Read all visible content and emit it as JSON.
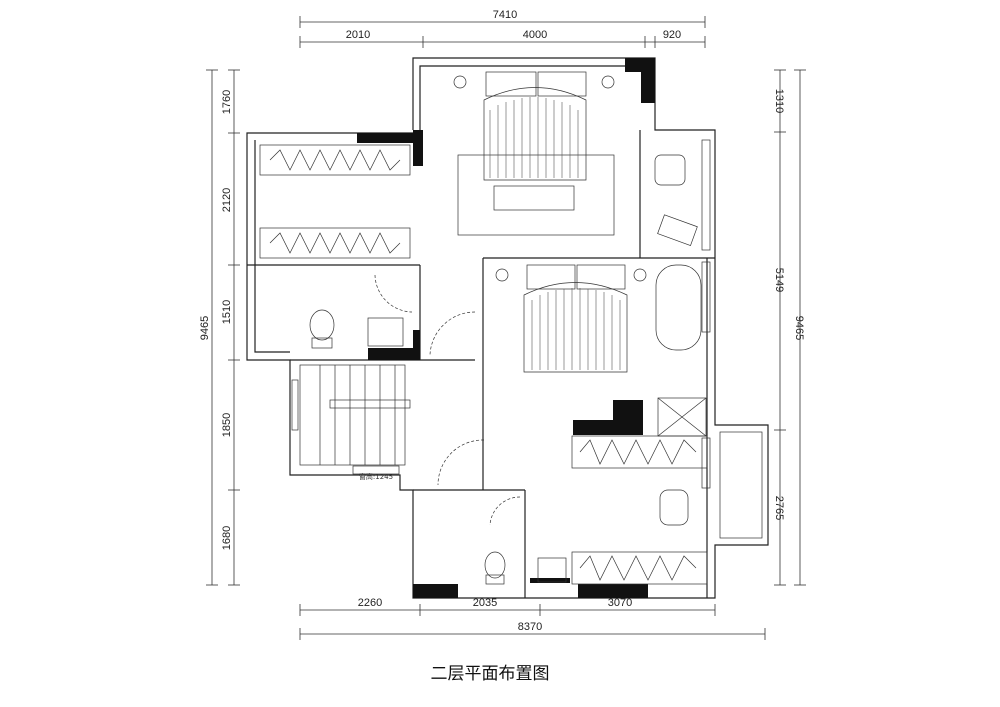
{
  "title": "二层平面布置图",
  "dimensions": {
    "top_total": "7410",
    "top_segments": [
      "2010",
      "4000",
      "920"
    ],
    "bottom_segments": [
      "2260",
      "2035",
      "3070"
    ],
    "bottom_total": "8370",
    "left_total": "9465",
    "left_segments": [
      "1760",
      "2120",
      "1510",
      "1850",
      "1680"
    ],
    "right_total": "9465",
    "right_segments": [
      "1310",
      "5149",
      "2765"
    ]
  },
  "annotations": {
    "window_height": "窗高:1245"
  }
}
